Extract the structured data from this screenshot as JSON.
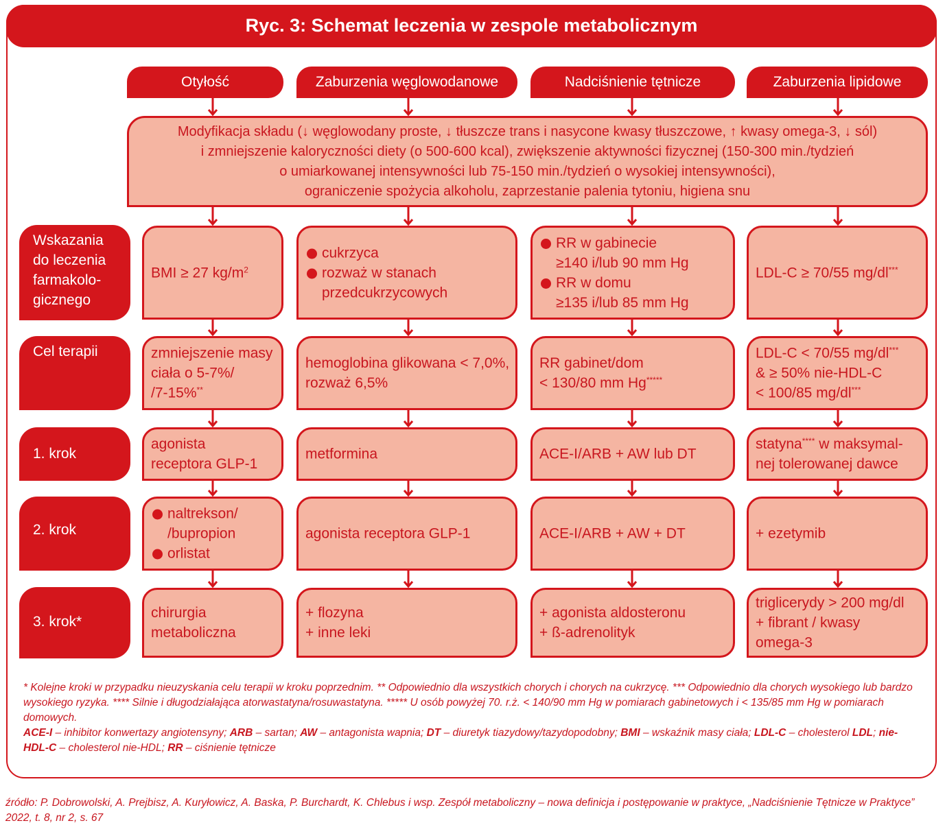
{
  "title": "Ryc. 3: Schemat leczenia w zespole metabolicznym",
  "headers": [
    "Otyłość",
    "Zaburzenia węglowodanowe",
    "Nadciśnienie tętnicze",
    "Zaburzenia lipidowe"
  ],
  "lifestyle": [
    "Modyfikacja składu (↓ węglowodany proste, ↓ tłuszcze trans i nasycone kwasy tłuszczowe, ↑ kwasy omega-3, ↓ sól)",
    "i zmniejszenie kaloryczności diety (o 500-600 kcal), zwiększenie aktywności fizycznej (150-300 min./tydzień",
    "o umiarkowanej intensywności lub 75-150 min./tydzień o wysokiej intensywności),",
    "ograniczenie spożycia alkoholu, zaprzestanie palenia tytoniu, higiena snu"
  ],
  "rows": {
    "indications": {
      "label": [
        "Wskazania",
        "do leczenia",
        "farmakolo-",
        "gicznego"
      ],
      "obesity": {
        "text": "BMI ≥ 27 kg/m",
        "sup": "2"
      },
      "carb": {
        "b1": "cukrzyca",
        "b2a": "rozważ w stanach",
        "b2b": "przedcukrzycowych"
      },
      "hyper": {
        "b1a": "RR w gabinecie",
        "b1b": "≥140 i/lub 90 mm Hg",
        "b2a": "RR w domu",
        "b2b": "≥135 i/lub 85 mm Hg"
      },
      "lipid": {
        "text": "LDL-C ≥ 70/55 mg/dl",
        "sup": "***"
      }
    },
    "goal": {
      "label": "Cel terapii",
      "obesity": {
        "l1": "zmniejszenie masy",
        "l2": "ciała o 5-7%/",
        "l3": "/7-15%",
        "sup": "**"
      },
      "carb": {
        "l1": "hemoglobina glikowana < 7,0%,",
        "l2": "rozważ 6,5%"
      },
      "hyper": {
        "l1": "RR gabinet/dom",
        "l2": "< 130/80 mm Hg",
        "sup": "*****"
      },
      "lipid": {
        "l1": "LDL-C < 70/55 mg/dl",
        "sup1": "***",
        "l2": "& ≥ 50% nie-HDL-C",
        "l3": "< 100/85 mg/dl",
        "sup3": "***"
      }
    },
    "step1": {
      "label": "1. krok",
      "obesity": {
        "l1": "agonista",
        "l2": "receptora GLP-1"
      },
      "carb": "metformina",
      "hyper": "ACE-I/ARB + AW lub DT",
      "lipid": {
        "l1a": "statyna",
        "sup": "****",
        "l1b": " w maksymal-",
        "l2": "nej tolerowanej dawce"
      }
    },
    "step2": {
      "label": "2. krok",
      "obesity": {
        "b1a": "naltrekson/",
        "b1b": "/bupropion",
        "b2": "orlistat"
      },
      "carb": "agonista receptora GLP-1",
      "hyper": "ACE-I/ARB + AW + DT",
      "lipid": "+ ezetymib"
    },
    "step3": {
      "label": "3. krok*",
      "obesity": {
        "l1": "chirurgia",
        "l2": "metaboliczna"
      },
      "carb": {
        "l1": "+ flozyna",
        "l2": "+ inne leki"
      },
      "hyper": {
        "l1": "+ agonista aldosteronu",
        "l2": "+ ß-adrenolityk"
      },
      "lipid": {
        "l1": "triglicerydy > 200 mg/dl",
        "l2": "+ fibrant / kwasy",
        "l3": "omega-3"
      }
    }
  },
  "notes": {
    "n1": "* Kolejne kroki w przypadku nieuzyskania celu terapii w kroku poprzednim. ** Odpowiednio dla wszystkich chorych i chorych na cukrzycę. *** Odpowiednio dla chorych wysokiego lub bardzo wysokiego ryzyka. **** Silnie i długodziałająca atorwastatyna/rosuwastatyna. ***** U osób powyżej 70. r.ż. < 140/90 mm Hg w pomiarach gabinetowych i < 135/85 mm Hg w pomiarach domowych.",
    "abbr": [
      {
        "k": "ACE-I",
        "v": " – inhibitor konwertazy angiotensyny; "
      },
      {
        "k": "ARB",
        "v": " – sartan; "
      },
      {
        "k": "AW",
        "v": " – antagonista wapnia; "
      },
      {
        "k": "DT",
        "v": " – diuretyk tiazydowy/tazydopodobny; "
      },
      {
        "k": "BMI",
        "v": " – wskaźnik masy ciała; "
      },
      {
        "k": "LDL-C",
        "v": " – cholesterol "
      },
      {
        "k": "LDL",
        "v": "; "
      },
      {
        "k": "nie-HDL-C",
        "v": " – cholesterol nie-HDL; "
      },
      {
        "k": "RR",
        "v": " – ciśnienie tętnicze"
      }
    ]
  },
  "source": "źródło: P. Dobrowolski, A. Prejbisz, A. Kuryłowicz, A. Baska, P. Burchardt, K. Chlebus i wsp. Zespół metaboliczny – nowa definicja i postępowanie w praktyce, „Nadciśnienie Tętnicze w Praktyce” 2022, t. 8, nr 2, s. 67",
  "colors": {
    "accent": "#d4161c",
    "box_fill": "#f5b5a2",
    "text": "#c8161f"
  }
}
